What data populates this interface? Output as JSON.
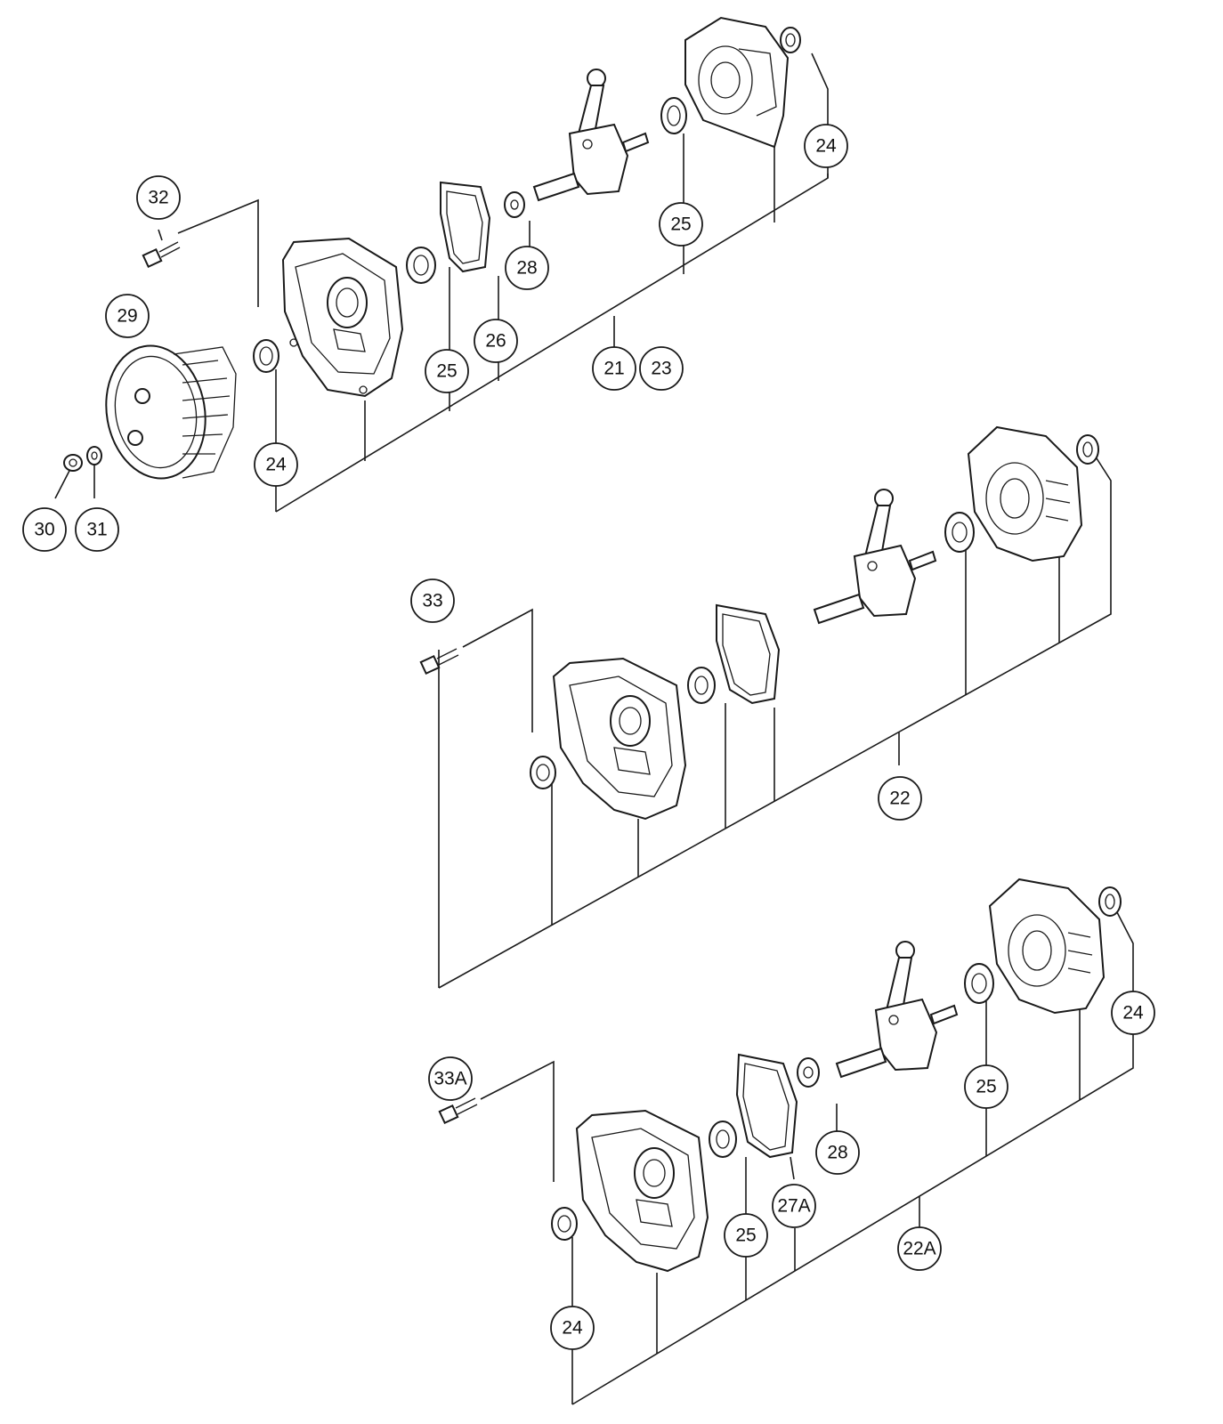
{
  "callouts": {
    "c32": "32",
    "c29": "29",
    "c30": "30",
    "c31": "31",
    "c24a": "24",
    "c25a": "25",
    "c26": "26",
    "c28a": "28",
    "c25b": "25",
    "c24b": "24",
    "c21": "21",
    "c23": "23",
    "c33": "33",
    "c22": "22",
    "c33A": "33A",
    "c24c": "24",
    "c25c": "25",
    "c27A": "27A",
    "c28b": "28",
    "c25d": "25",
    "c24d": "24",
    "c22A": "22A"
  }
}
